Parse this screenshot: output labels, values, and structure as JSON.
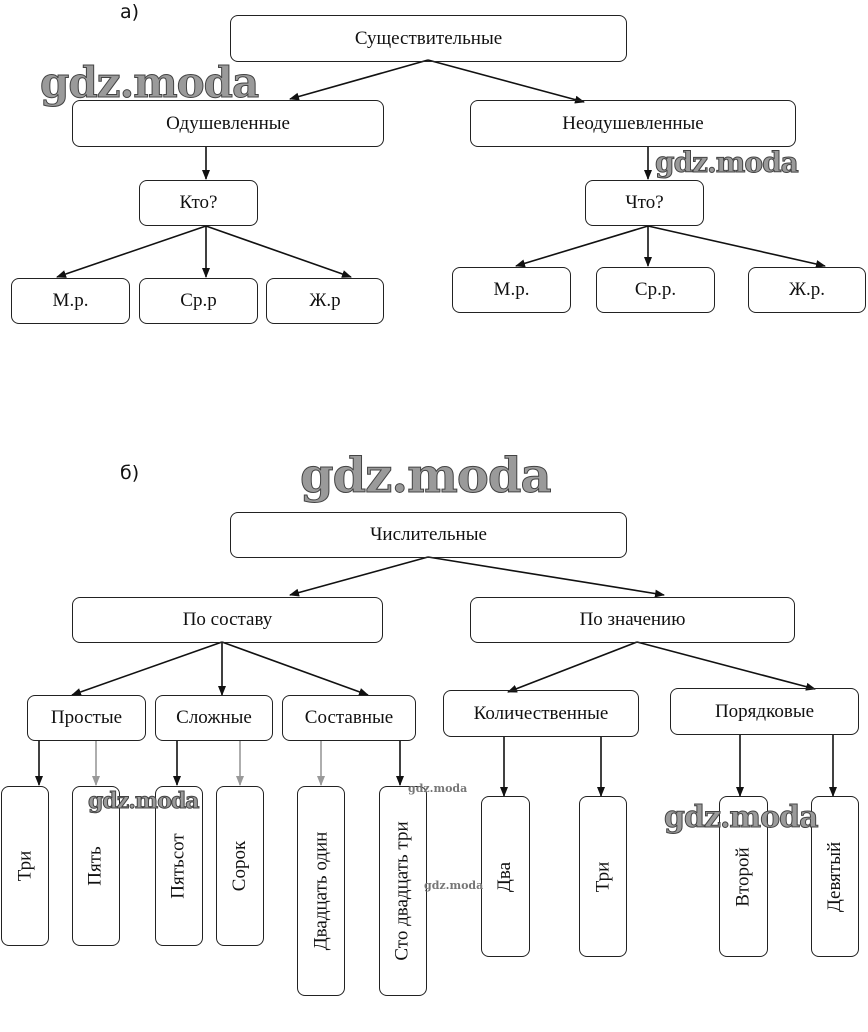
{
  "watermark": "gdz.moda",
  "diagram_a": {
    "label": "а)",
    "root": "Существительные",
    "left": {
      "title": "Одушевленные",
      "question": "Кто?",
      "children": [
        "М.р.",
        "Ср.р",
        "Ж.р"
      ]
    },
    "right": {
      "title": "Неодушевленные",
      "question": "Что?",
      "children": [
        "М.р.",
        "Ср.р.",
        "Ж.р."
      ]
    }
  },
  "diagram_b": {
    "label": "б)",
    "root": "Числительные",
    "left": {
      "title": "По составу",
      "groups": [
        {
          "title": "Простые",
          "examples": [
            "Три",
            "Пять"
          ]
        },
        {
          "title": "Сложные",
          "examples": [
            "Пятьсот",
            "Сорок"
          ]
        },
        {
          "title": "Составные",
          "examples": [
            "Двадцать один",
            "Сто двадцать три"
          ]
        }
      ]
    },
    "right": {
      "title": "По значению",
      "groups": [
        {
          "title": "Количественные",
          "examples": [
            "Два",
            "Три"
          ]
        },
        {
          "title": "Порядковые",
          "examples": [
            "Второй",
            "Девятый"
          ]
        }
      ]
    }
  }
}
